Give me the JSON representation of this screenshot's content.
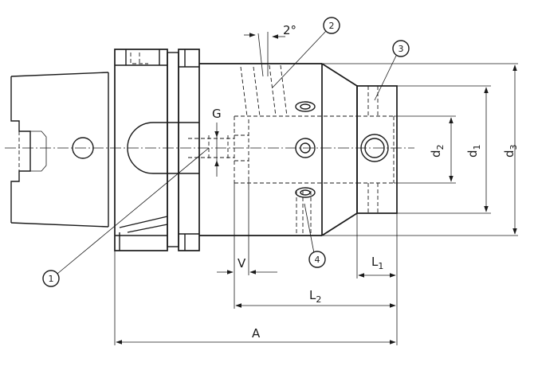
{
  "labels": {
    "angle": "2°",
    "G": "G",
    "V": "V",
    "A": "A",
    "L1": "L",
    "L1_sub": "1",
    "L2": "L",
    "L2_sub": "2",
    "d1": "d",
    "d1_sub": "1",
    "d2": "d",
    "d2_sub": "2",
    "d3": "d",
    "d3_sub": "3"
  },
  "callouts": [
    "1",
    "2",
    "3",
    "4"
  ]
}
